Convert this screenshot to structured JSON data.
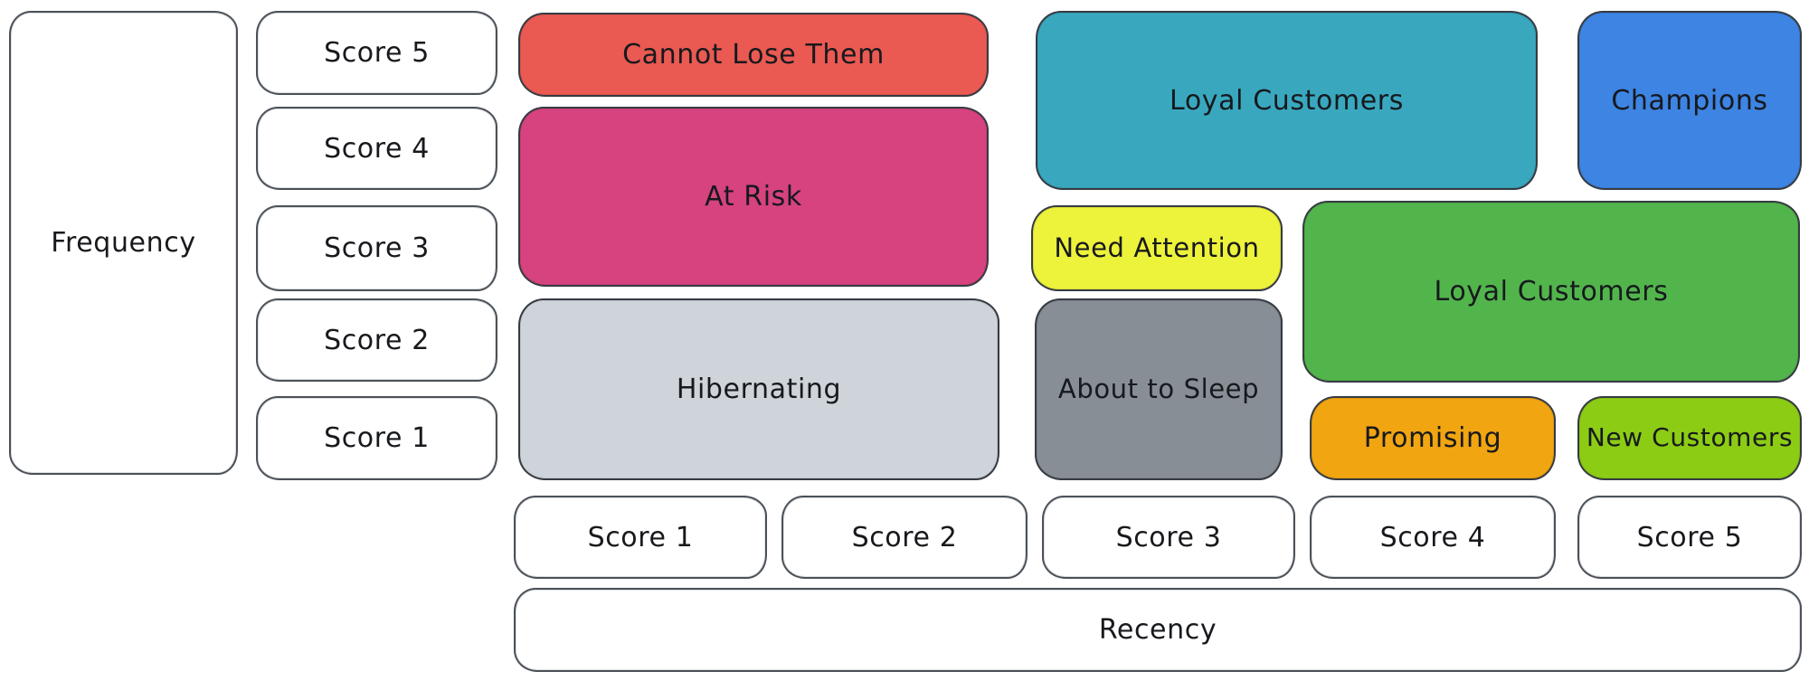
{
  "axes": {
    "frequency": {
      "label": "Frequency",
      "scores": [
        "Score 5",
        "Score 4",
        "Score 3",
        "Score 2",
        "Score 1"
      ]
    },
    "recency": {
      "label": "Recency",
      "scores": [
        "Score 1",
        "Score 2",
        "Score 3",
        "Score 4",
        "Score 5"
      ]
    }
  },
  "segments": [
    {
      "label": "Cannot Lose Them",
      "color": "#ea5a52"
    },
    {
      "label": "At Risk",
      "color": "#d6437e"
    },
    {
      "label": "Hibernating",
      "color": "#ced4da"
    },
    {
      "label": "Loyal Customers",
      "color": "#39a8bf"
    },
    {
      "label": "Champions",
      "color": "#3d84e3"
    },
    {
      "label": "Need Attention",
      "color": "#edf23a"
    },
    {
      "label": "About to Sleep",
      "color": "#878e96"
    },
    {
      "label": "Loyal Customers",
      "color": "#52b54c"
    },
    {
      "label": "Promising",
      "color": "#f0a511"
    },
    {
      "label": "New Customers",
      "color": "#8ccc15"
    }
  ],
  "text_color": "#17191d"
}
